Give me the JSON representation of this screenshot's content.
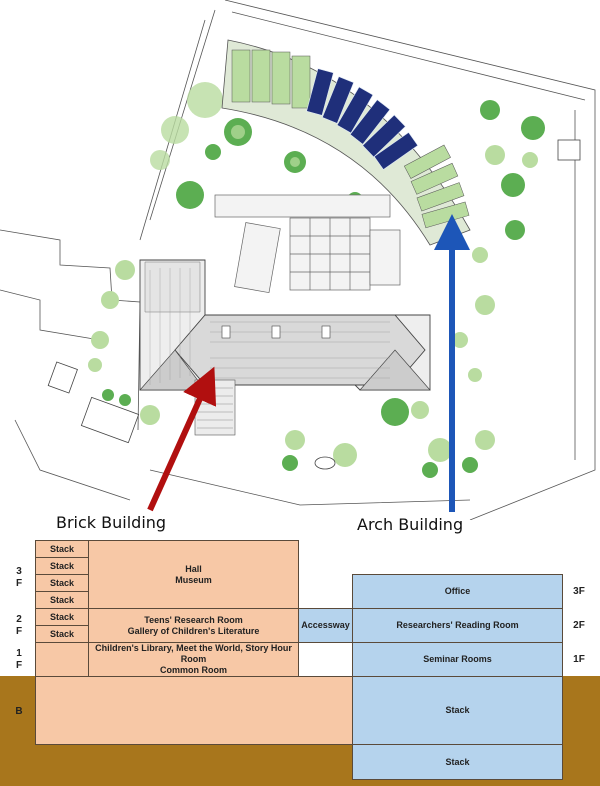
{
  "callouts": {
    "brick_building": "Brick Building",
    "arch_building": "Arch Building"
  },
  "section": {
    "floors_left": {
      "f3_a": "3",
      "f3_b": "F",
      "f2_a": "2",
      "f2_b": "F",
      "f1_a": "1",
      "f1_b": "F",
      "basement": "B"
    },
    "floors_right": {
      "f3": "3F",
      "f2": "2F",
      "f1": "1F"
    },
    "brick": {
      "stack_1": "Stack",
      "stack_2": "Stack",
      "stack_3": "Stack",
      "stack_4": "Stack",
      "stack_5": "Stack",
      "stack_6": "Stack",
      "hall_line1": "Hall",
      "hall_line2": "Museum",
      "teens_line1": "Teens' Research Room",
      "teens_line2": "Gallery of Children's Literature",
      "childrens_line1": "Children's Library, Meet the World, Story Hour",
      "childrens_line2": "Room",
      "childrens_line3": "Common Room"
    },
    "accessway": "Accessway",
    "arch": {
      "office": "Office",
      "reading_room": "Researchers' Reading Room",
      "seminar": "Seminar Rooms",
      "stack_b1": "Stack",
      "stack_b2": "Stack"
    }
  },
  "colors": {
    "brick_fill": "#f7c8a6",
    "arch_fill": "#b5d3ed",
    "ground": "#a8761c",
    "grass": "#b9dca0",
    "solar": "#1f2f7a",
    "tree": "#5cae52",
    "red_arrow": "#b10f0f",
    "blue_arrow": "#1d56b8"
  }
}
